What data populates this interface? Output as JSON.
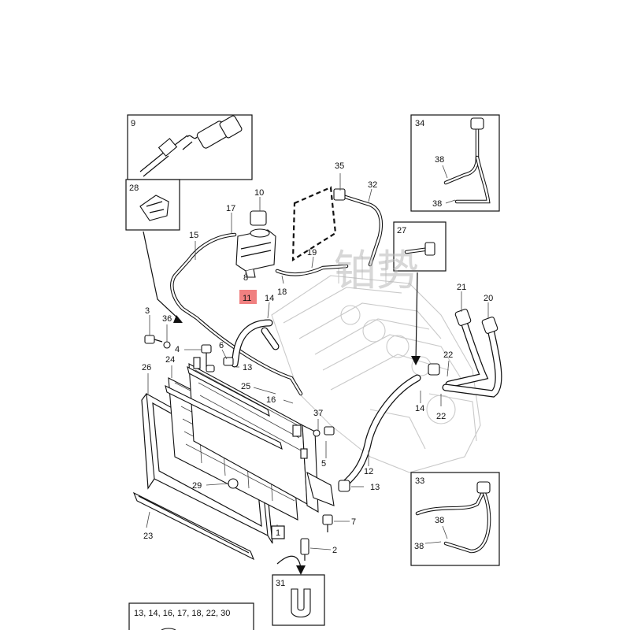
{
  "callouts": {
    "c9": "9",
    "c28": "28",
    "c34": "34",
    "c38a": "38",
    "c38b": "38",
    "c35": "35",
    "c32": "32",
    "c10": "10",
    "c17": "17",
    "c15": "15",
    "c8": "8",
    "c19": "19",
    "c18": "18",
    "c27": "27",
    "c21": "21",
    "c20": "20",
    "c11": "11",
    "c14a": "14",
    "c3": "3",
    "c36": "36",
    "c4": "4",
    "c6": "6",
    "c13a": "13",
    "c24": "24",
    "c26": "26",
    "c25": "25",
    "c16": "16",
    "c22a": "22",
    "c14b": "14",
    "c22b": "22",
    "c37": "37",
    "c5": "5",
    "c12": "12",
    "c13b": "13",
    "c29": "29",
    "c33": "33",
    "c38c": "38",
    "c38d": "38",
    "c7": "7",
    "c1": "1",
    "c23": "23",
    "c2": "2",
    "c31": "31"
  },
  "highlight": {
    "label": "11",
    "color": "#f08080"
  },
  "footer_box": {
    "text": "13, 14, 16, 17, 18, 22, 30"
  },
  "watermark": {
    "text": "铂势"
  }
}
